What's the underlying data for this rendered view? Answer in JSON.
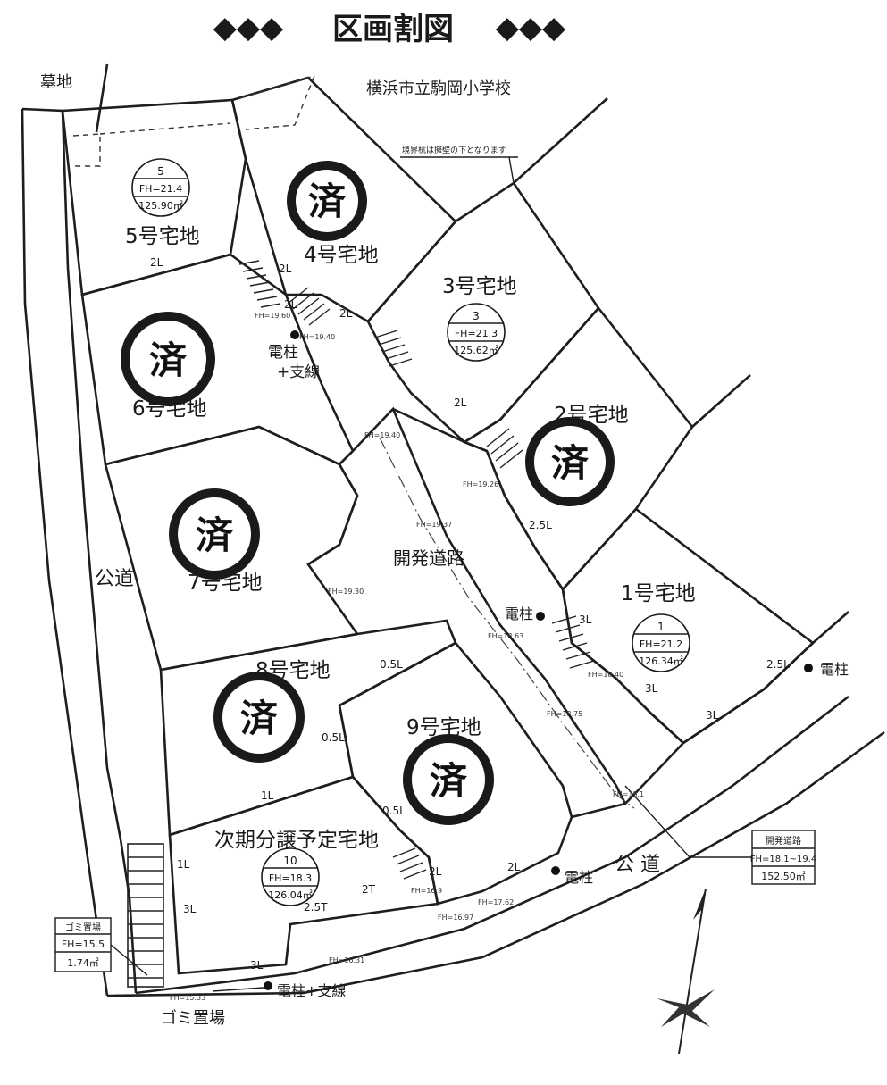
{
  "title": "区画割図",
  "title_marks": {
    "left": "◆◆◆",
    "right": "◆◆◆"
  },
  "labels": {
    "cemetery": "墓地",
    "school": "横浜市立駒岡小学校",
    "boundary_note": "境界杭は擁壁の下となります",
    "public_road_left": "公道",
    "public_road_bottom": "公 道",
    "dev_road": "開発道路",
    "pole_1": "電柱",
    "pole_2": "電柱",
    "pole_3": "電柱",
    "pole_wire_1": "電柱",
    "pole_wire_1b": "+支線",
    "pole_wire_2": "電柱+支線",
    "garbage": "ゴミ置場"
  },
  "lots": {
    "lot1": {
      "name": "1号宅地",
      "num": "1",
      "fh": "FH=21.2",
      "area": "126.34㎡"
    },
    "lot2": {
      "name": "2号宅地"
    },
    "lot3": {
      "name": "3号宅地",
      "num": "3",
      "fh": "FH=21.3",
      "area": "125.62㎡"
    },
    "lot4": {
      "name": "4号宅地"
    },
    "lot5": {
      "name": "5号宅地",
      "num": "5",
      "fh": "FH=21.4",
      "area": "125.90㎡"
    },
    "lot6": {
      "name": "6号宅地"
    },
    "lot7": {
      "name": "7号宅地"
    },
    "lot8": {
      "name": "8号宅地"
    },
    "lot9": {
      "name": "9号宅地"
    },
    "lot10": {
      "name": "次期分譲予定宅地",
      "num": "10",
      "fh": "FH=18.3",
      "area": "126.04㎡"
    }
  },
  "sold_mark": "済",
  "info_boxes": {
    "dev_road": {
      "title": "開発道路",
      "fh": "FH=18.1~19.4",
      "area": "152.50㎡"
    },
    "garbage": {
      "title": "ゴミ置場",
      "fh": "FH=15.5",
      "area": "1.74㎡"
    }
  },
  "wall_marks": [
    "2L",
    "2L",
    "2L",
    "2L",
    "2.5L",
    "3L",
    "2.5L",
    "3L",
    "3L",
    "0.5L",
    "0.5L",
    "1L",
    "0.5L",
    "2L",
    "2L",
    "2T",
    "2.5T",
    "3L",
    "3L",
    "1L",
    "2L"
  ],
  "fh_marks": [
    "FH=19.60",
    "FH=19.40",
    "FH=19.40",
    "FH=19.26",
    "FH=19.37",
    "FH=19.30",
    "FH=18.63",
    "FH=18.40",
    "FH=18.75",
    "FH=18.1",
    "FH=16.9",
    "FH=17.62",
    "FH=16.97",
    "FH=16.31",
    "FH=15.33"
  ]
}
